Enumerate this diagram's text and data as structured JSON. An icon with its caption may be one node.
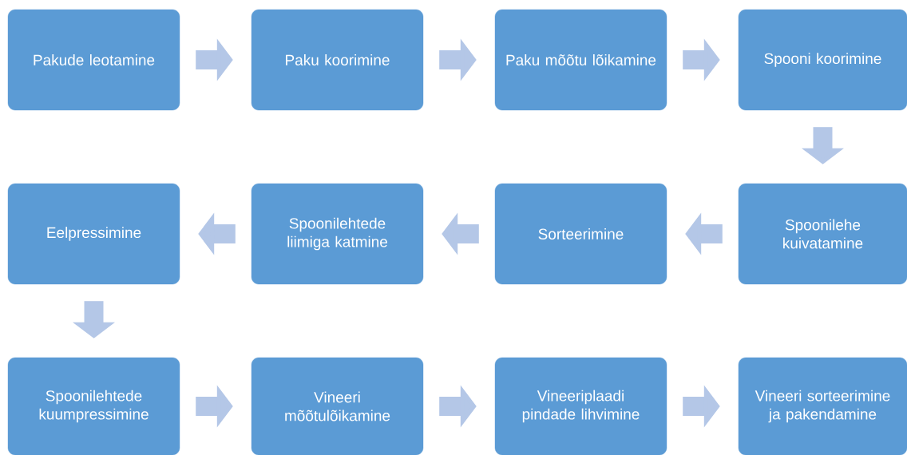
{
  "diagram": {
    "nodes": [
      {
        "text": [
          "Pakude leotamine"
        ]
      },
      {
        "text": [
          "Paku koorimine"
        ]
      },
      {
        "text": [
          "Paku mõõtu lõikamine"
        ]
      },
      {
        "text": [
          "Spooni koorimine"
        ]
      },
      {
        "text": [
          "Spoonilehe kuivatamine"
        ]
      },
      {
        "text": [
          "Sorteerimine"
        ]
      },
      {
        "text": [
          "Spoonilehtede liimiga katmine"
        ]
      },
      {
        "text": [
          "Eelpressimine"
        ]
      },
      {
        "text": [
          "Spoonilehtede kuumpressimine"
        ]
      },
      {
        "text": [
          "Vineeri mõõtulõikamine"
        ]
      },
      {
        "text": [
          "Vineeriplaadi pindade lihvimine"
        ]
      },
      {
        "text": [
          "Vineeri sorteerimine ja pakendamine"
        ]
      }
    ],
    "edges": [
      {
        "from": 0,
        "to": 1,
        "arrow": "to"
      },
      {
        "from": 1,
        "to": 2,
        "arrow": "to"
      },
      {
        "from": 2,
        "to": 3,
        "arrow": "to"
      },
      {
        "from": 3,
        "to": 4,
        "arrow": "to"
      },
      {
        "from": 4,
        "to": 5,
        "arrow": "to"
      },
      {
        "from": 5,
        "to": 6,
        "arrow": "to"
      },
      {
        "from": 6,
        "to": 7,
        "arrow": "to"
      },
      {
        "from": 7,
        "to": 8,
        "arrow": "to"
      },
      {
        "from": 8,
        "to": 9,
        "arrow": "to"
      },
      {
        "from": 9,
        "to": 10,
        "arrow": "to"
      },
      {
        "from": 10,
        "to": 11,
        "arrow": "to"
      }
    ]
  }
}
